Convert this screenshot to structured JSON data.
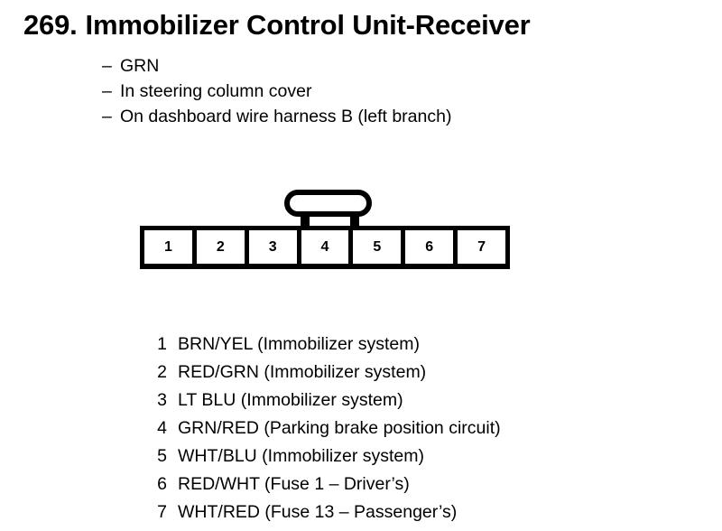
{
  "document": {
    "background_color": "#ffffff",
    "ink_color": "#000000"
  },
  "header": {
    "number": "269.",
    "title": "Immobilizer Control Unit-Receiver"
  },
  "notes": [
    {
      "dash": "–",
      "text": "GRN"
    },
    {
      "dash": "–",
      "text": "In steering column cover"
    },
    {
      "dash": "–",
      "text": "On dashboard wire harness B (left branch)"
    }
  ],
  "connector": {
    "pin_count": 7,
    "latch_position_pin": 4,
    "pins": [
      {
        "number": "1"
      },
      {
        "number": "2"
      },
      {
        "number": "3"
      },
      {
        "number": "4"
      },
      {
        "number": "5"
      },
      {
        "number": "6"
      },
      {
        "number": "7"
      }
    ]
  },
  "pin_list": [
    {
      "number": "1",
      "description": "BRN/YEL (Immobilizer system)"
    },
    {
      "number": "2",
      "description": "RED/GRN (Immobilizer system)"
    },
    {
      "number": "3",
      "description": "LT BLU (Immobilizer system)"
    },
    {
      "number": "4",
      "description": "GRN/RED (Parking brake position circuit)"
    },
    {
      "number": "5",
      "description": "WHT/BLU (Immobilizer system)"
    },
    {
      "number": "6",
      "description": "RED/WHT (Fuse 1 – Driver’s)"
    },
    {
      "number": "7",
      "description": "WHT/RED (Fuse 13 – Passenger’s)"
    }
  ]
}
